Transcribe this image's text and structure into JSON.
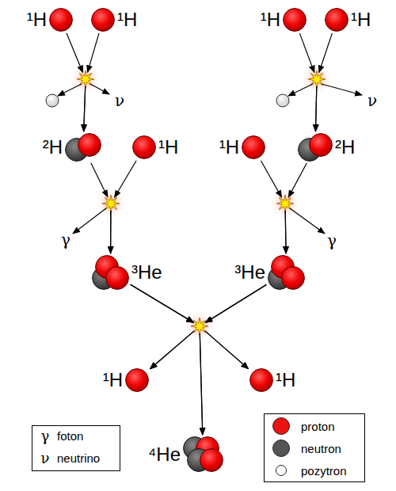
{
  "diagram": {
    "nodes": [
      {
        "text": [
          "¹H"
        ]
      },
      {
        "text": [
          "¹H"
        ]
      },
      {
        "text": [
          "¹H"
        ]
      },
      {
        "text": [
          "¹H"
        ]
      },
      {
        "text": [
          "²H"
        ]
      },
      {
        "text": [
          "¹H"
        ]
      },
      {
        "text": [
          "¹H"
        ]
      },
      {
        "text": [
          "²H"
        ]
      },
      {
        "text": [
          "³He"
        ]
      },
      {
        "text": [
          "³He"
        ]
      },
      {
        "text": [
          "¹H"
        ]
      },
      {
        "text": [
          "¹H"
        ]
      },
      {
        "text": [
          "⁴He"
        ]
      }
    ],
    "edges": [
      {
        "from": 0,
        "to": 4,
        "arrow": "to"
      },
      {
        "from": 1,
        "to": 4,
        "arrow": "to"
      },
      {
        "from": 2,
        "to": 7,
        "arrow": "to"
      },
      {
        "from": 3,
        "to": 7,
        "arrow": "to"
      },
      {
        "from": 4,
        "to": 8,
        "arrow": "to"
      },
      {
        "from": 5,
        "to": 8,
        "arrow": "to"
      },
      {
        "from": 6,
        "to": 9,
        "arrow": "to"
      },
      {
        "from": 7,
        "to": 9,
        "arrow": "to"
      },
      {
        "from": 8,
        "to": 10,
        "arrow": "to"
      },
      {
        "from": 8,
        "to": 11,
        "arrow": "to"
      },
      {
        "from": 8,
        "to": 12,
        "arrow": "to"
      },
      {
        "from": 9,
        "to": 10,
        "arrow": "to"
      },
      {
        "from": 9,
        "to": 11,
        "arrow": "to"
      },
      {
        "from": 9,
        "to": 12,
        "arrow": "to"
      }
    ],
    "labels": [
      "ν",
      "ν",
      "γ",
      "γ",
      "γ",
      "ν"
    ],
    "legend": [
      {
        "text": "foton"
      },
      {
        "text": "neutrino"
      },
      {
        "text": "proton",
        "color": "#ee1111"
      },
      {
        "text": "neutron",
        "color": "#555555"
      },
      {
        "text": "pozytron",
        "color": "#ffffff"
      }
    ]
  }
}
